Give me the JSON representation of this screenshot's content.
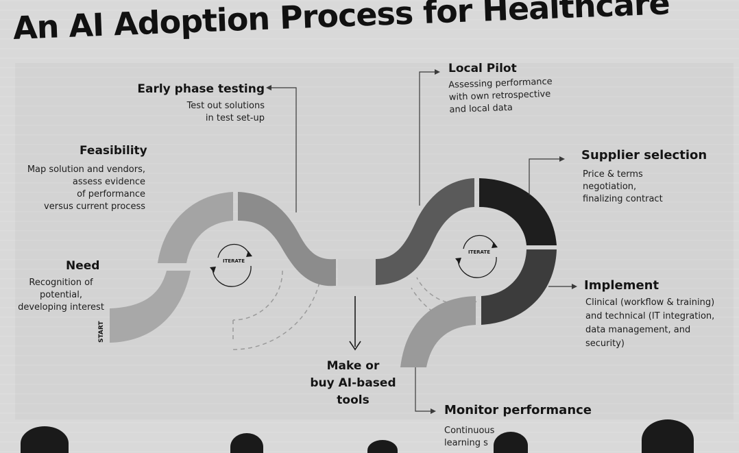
{
  "title": "An AI Adoption Process for Healthcare",
  "start_label": "START",
  "iterate_label": "ITERATE",
  "center_label": "Make or\nbuy AI-based\ntools",
  "steps": {
    "need": {
      "title": "Need",
      "description": "Recognition of\npotential,\ndeveloping interest"
    },
    "feasibility": {
      "title": "Feasibility",
      "description": "Map solution and vendors,\nassess evidence\nof performance\nversus current process"
    },
    "early_testing": {
      "title": "Early phase testing",
      "description": "Test out solutions\nin test set-up"
    },
    "local_pilot": {
      "title": "Local Pilot",
      "description": "Assessing performance\nwith own retrospective\nand local data"
    },
    "supplier_selection": {
      "title": "Supplier selection",
      "description": "Price & terms\nnegotiation,\nfinalizing contract"
    },
    "implement": {
      "title": "Implement",
      "description": "Clinical (workflow & training)\nand technical (IT integration,\ndata management, and\nsecurity)"
    },
    "monitor": {
      "title": "Monitor performance",
      "description": "Continuous\nlearning s"
    }
  },
  "colors": {
    "background": "#d9d9d9",
    "panel": "#d3d3d3",
    "segment_light": "#a8a8a8",
    "segment_mid": "#8c8c8c",
    "segment_dark": "#5e5e5e",
    "segment_darker": "#3c3c3c",
    "segment_darkest": "#1e1e1e",
    "text": "#141414"
  }
}
